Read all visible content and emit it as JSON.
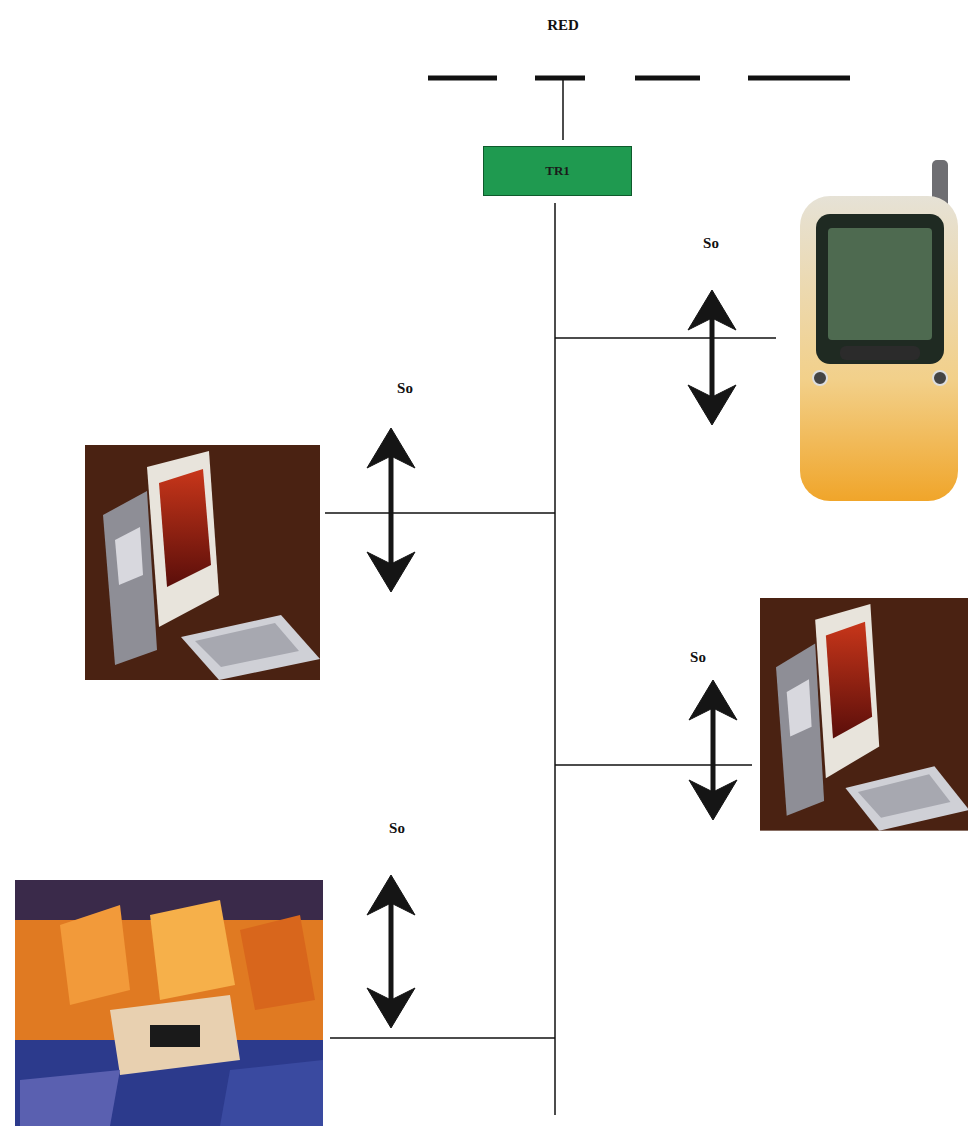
{
  "diagram": {
    "nodes": [
      {
        "text": [
          "TR1"
        ]
      }
    ],
    "labels": [
      "RED",
      "So",
      "So",
      "So",
      "So"
    ]
  }
}
